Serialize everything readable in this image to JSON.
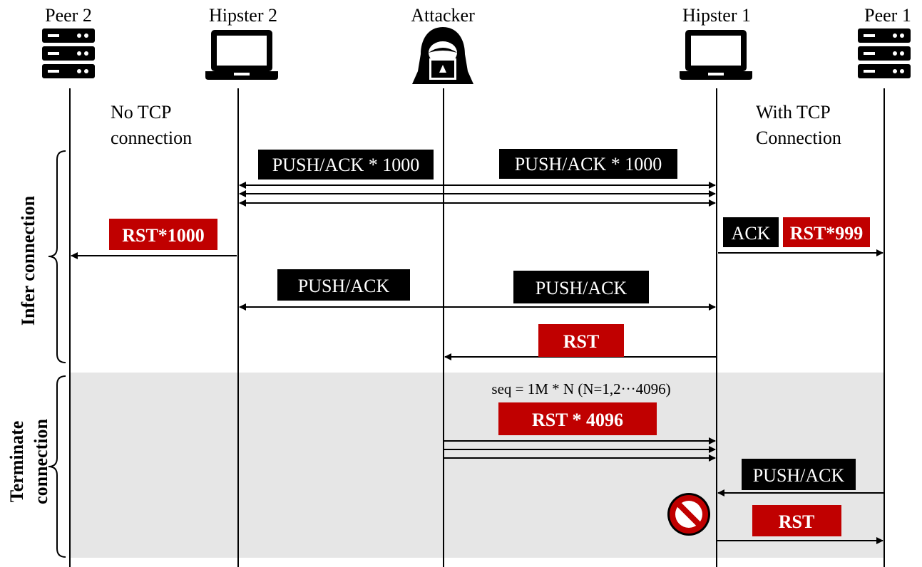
{
  "actors": {
    "peer2": "Peer 2",
    "hipster2": "Hipster 2",
    "attacker": "Attacker",
    "hipster1": "Hipster 1",
    "peer1": "Peer 1"
  },
  "notes": {
    "no_tcp_line1": "No TCP",
    "no_tcp_line2": "connection",
    "with_tcp_line1": "With TCP",
    "with_tcp_line2": "Connection",
    "seq": "seq = 1M * N (N=1,2···4096)"
  },
  "phases": {
    "infer": "Infer connection",
    "terminate_line1": "Terminate",
    "terminate_line2": "connection"
  },
  "messages": {
    "push_ack_1000_left": "PUSH/ACK * 1000",
    "push_ack_1000_right": "PUSH/ACK * 1000",
    "rst_1000": "RST*1000",
    "ack": "ACK",
    "rst_999": "RST*999",
    "push_ack_left": "PUSH/ACK",
    "push_ack_right": "PUSH/ACK",
    "rst_infer": "RST",
    "rst_4096": "RST * 4096",
    "push_ack_peer1": "PUSH/ACK",
    "rst_final": "RST"
  },
  "colors": {
    "red_label": "#c00000",
    "black_label": "#000000",
    "terminate_bg": "#e6e6e6"
  },
  "icons": {
    "peer2": "server-icon",
    "hipster2": "laptop-icon",
    "attacker": "hacker-icon",
    "hipster1": "laptop-icon",
    "peer1": "server-icon",
    "blocked": "no-entry-icon"
  }
}
